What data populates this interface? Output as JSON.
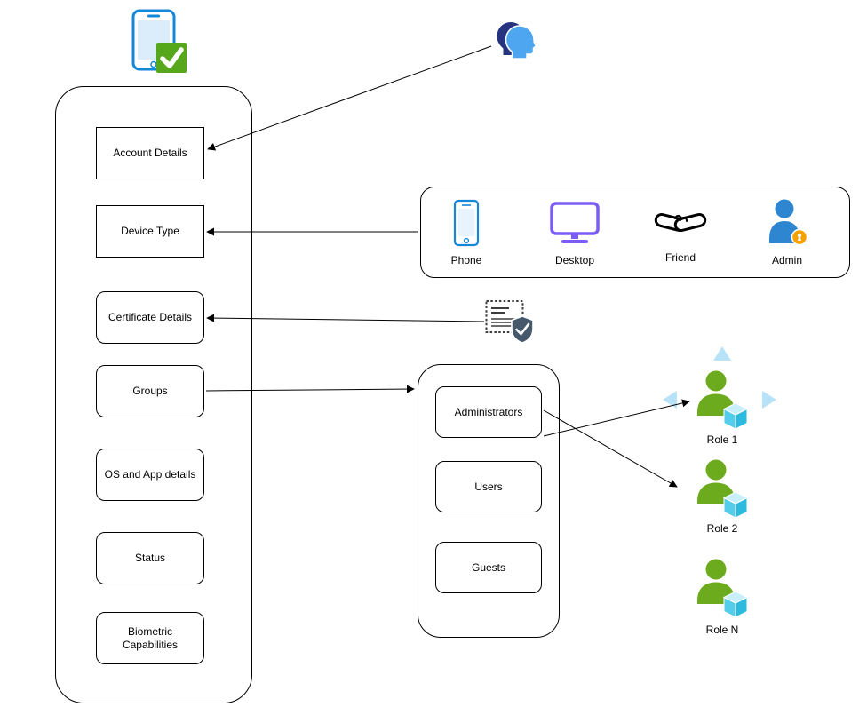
{
  "device_details_panel": {
    "icon": "smartphone-check-icon",
    "fields": [
      {
        "label": "Account Details"
      },
      {
        "label": "Device Type"
      },
      {
        "label": "Certificate Details"
      },
      {
        "label": "Groups"
      },
      {
        "label": "OS and App details"
      },
      {
        "label": "Status"
      },
      {
        "label": "Biometric Capabilities"
      }
    ]
  },
  "device_types_panel": {
    "items": [
      {
        "label": "Phone",
        "icon": "smartphone-icon"
      },
      {
        "label": "Desktop",
        "icon": "desktop-monitor-icon"
      },
      {
        "label": "Friend",
        "icon": "handshake-icon"
      },
      {
        "label": "Admin",
        "icon": "admin-user-icon"
      }
    ]
  },
  "groups_panel": {
    "items": [
      {
        "label": "Administrators"
      },
      {
        "label": "Users"
      },
      {
        "label": "Guests"
      }
    ]
  },
  "roles": [
    {
      "label": "Role 1",
      "icon": "role-user-cube-icon"
    },
    {
      "label": "Role 2",
      "icon": "role-user-cube-icon"
    },
    {
      "label": "Role N",
      "icon": "role-user-cube-icon"
    }
  ],
  "standalone_icons": {
    "account_source": "faces-icon",
    "certificate_source": "certificate-shield-icon"
  },
  "edges": [
    {
      "from": "faces-icon",
      "to": "Account Details"
    },
    {
      "from": "device-types-panel",
      "to": "Device Type"
    },
    {
      "from": "certificate-shield-icon",
      "to": "Certificate Details"
    },
    {
      "from": "Groups",
      "to": "groups-panel"
    },
    {
      "from": "Administrators",
      "to": "Role 1"
    },
    {
      "from": "Administrators",
      "to": "Role 2"
    }
  ],
  "colors": {
    "phone_blue": "#1587d8",
    "desktop_purple": "#7b5cf7",
    "admin_blue": "#2e86d1",
    "admin_badge_orange": "#f5a100",
    "check_green": "#56a71c",
    "role_green": "#6cab1e",
    "cube_cyan": "#4fc9e6",
    "faces_dark_blue": "#26337e",
    "faces_light_blue": "#4da6ef",
    "connector": "#000000"
  }
}
